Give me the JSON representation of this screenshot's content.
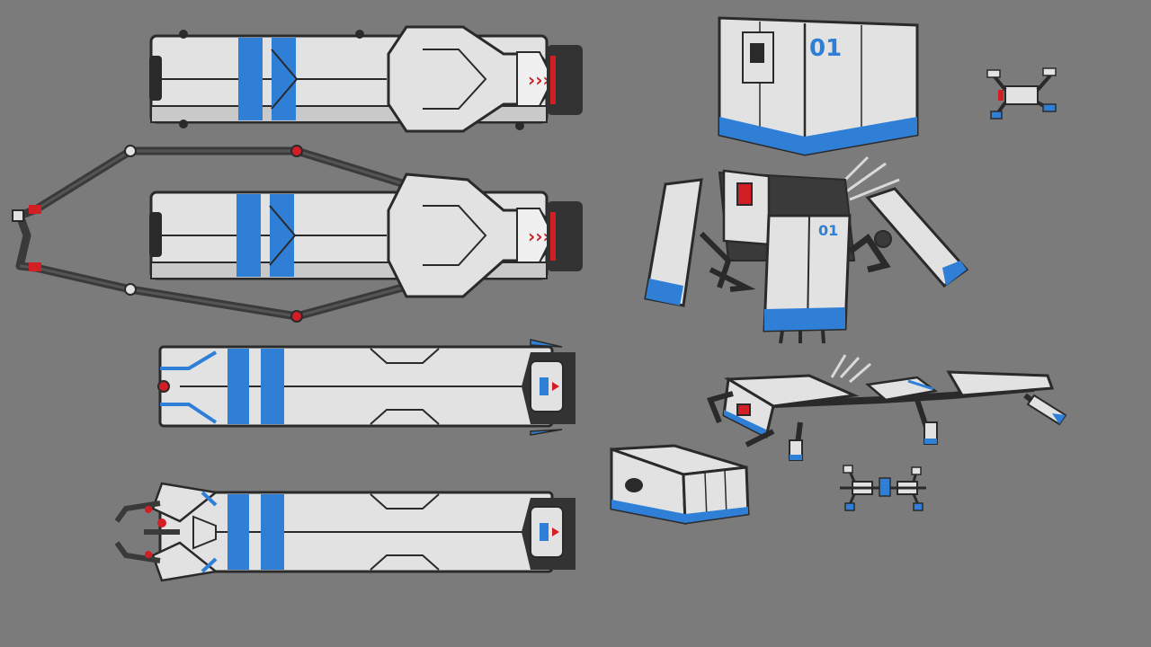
{
  "sheet": {
    "background": "#7b7b7b",
    "colors": {
      "hull": "#e2e2e2",
      "hull_shade": "#c9c9c9",
      "outline": "#2a2a2a",
      "accent_blue": "#2f7fd6",
      "accent_red": "#d21f25",
      "arm": "#3a3a3a"
    },
    "decals": {
      "unit_number": "01",
      "unit_number_small": "01",
      "chevrons": "›››",
      "chevrons_2": "›››"
    },
    "items": [
      {
        "name": "side-view-stowed",
        "icon": "capsule-side-icon"
      },
      {
        "name": "side-view-arms-extended",
        "icon": "capsule-arms-icon"
      },
      {
        "name": "top-view-closed",
        "icon": "capsule-top-icon"
      },
      {
        "name": "top-view-claws-open",
        "icon": "capsule-claw-icon"
      },
      {
        "name": "cube-form",
        "icon": "cube-icon"
      },
      {
        "name": "walker-form",
        "icon": "mech-icon"
      },
      {
        "name": "crawler-form",
        "icon": "crawler-icon"
      },
      {
        "name": "small-box",
        "icon": "box-icon"
      },
      {
        "name": "drone-thumbnail-top",
        "icon": "drone-icon"
      },
      {
        "name": "drone-thumbnail-bottom",
        "icon": "drone-icon"
      }
    ]
  }
}
